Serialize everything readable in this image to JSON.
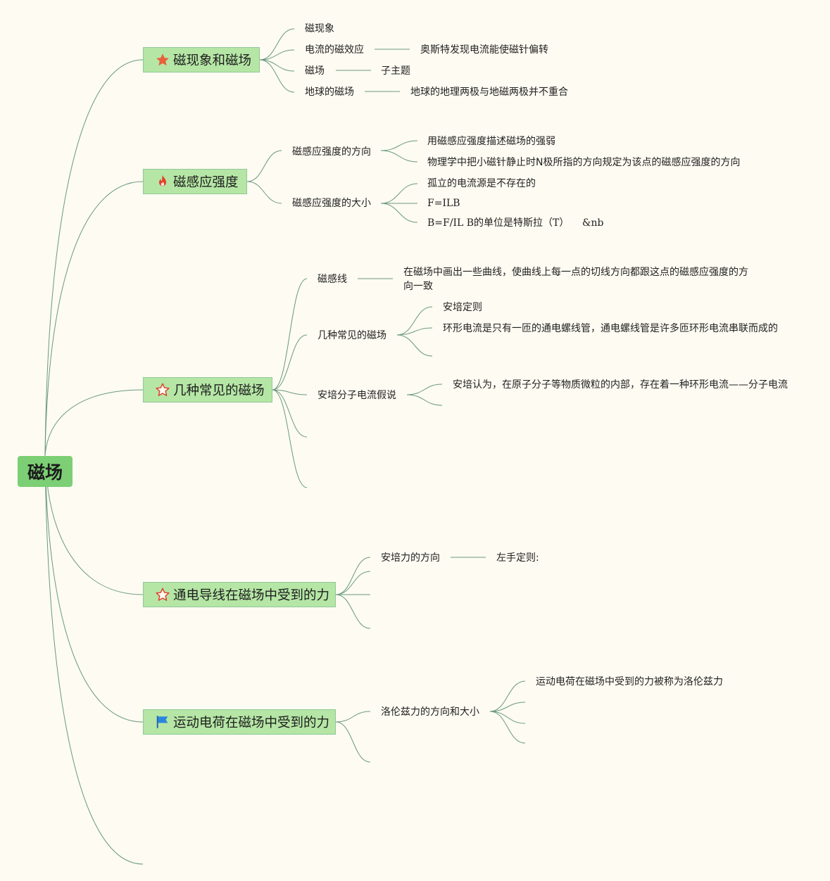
{
  "root": {
    "label": "磁场"
  },
  "colors": {
    "background": "#fdfbf2",
    "root_fill": "#7ccf74",
    "topic_fill": "#b5e6a5",
    "line": "#6a9a7e"
  },
  "topics": [
    {
      "label": "磁现象和磁场",
      "icon": "star-filled-icon",
      "children": [
        {
          "label": "磁现象"
        },
        {
          "label": "电流的磁效应",
          "detail": "奥斯特发现电流能使磁针偏转"
        },
        {
          "label": "磁场",
          "detail": "子主题"
        },
        {
          "label": "地球的磁场",
          "detail": "地球的地理两极与地磁两极并不重合"
        }
      ]
    },
    {
      "label": "磁感应强度",
      "icon": "fire-icon",
      "children": [
        {
          "label": "磁感应强度的方向",
          "details": [
            "用磁感应强度描述磁场的强弱",
            "物理学中把小磁针静止时N极所指的方向规定为该点的磁感应强度的方向"
          ]
        },
        {
          "label": "磁感应强度的大小",
          "details": [
            "孤立的电流源是不存在的",
            "F=ILB",
            "B=F/IL B的单位是特斯拉（T）",
            "&nb"
          ]
        }
      ]
    },
    {
      "label": "几种常见的磁场",
      "icon": "star-outline-icon",
      "children": [
        {
          "label": "磁感线",
          "detail": "在磁场中画出一些曲线，使曲线上每一点的切线方向都跟这点的磁感应强度的方向一致"
        },
        {
          "label": "几种常见的磁场",
          "details": [
            "安培定则",
            "环形电流是只有一匝的通电螺线管，通电螺线管是许多匝环形电流串联而成的"
          ]
        },
        {
          "label": "安培分子电流假说",
          "detail": "安培认为，在原子分子等物质微粒的内部，存在着一种环形电流——分子电流"
        }
      ]
    },
    {
      "label": "通电导线在磁场中受到的力",
      "icon": "star-outline-icon",
      "children": [
        {
          "label": "安培力的方向",
          "detail": "左手定则:"
        }
      ]
    },
    {
      "label": "运动电荷在磁场中受到的力",
      "icon": "flag-icon",
      "children": [
        {
          "label": "洛伦兹力的方向和大小",
          "detail": "运动电荷在磁场中受到的力被称为洛伦兹力"
        }
      ]
    }
  ]
}
